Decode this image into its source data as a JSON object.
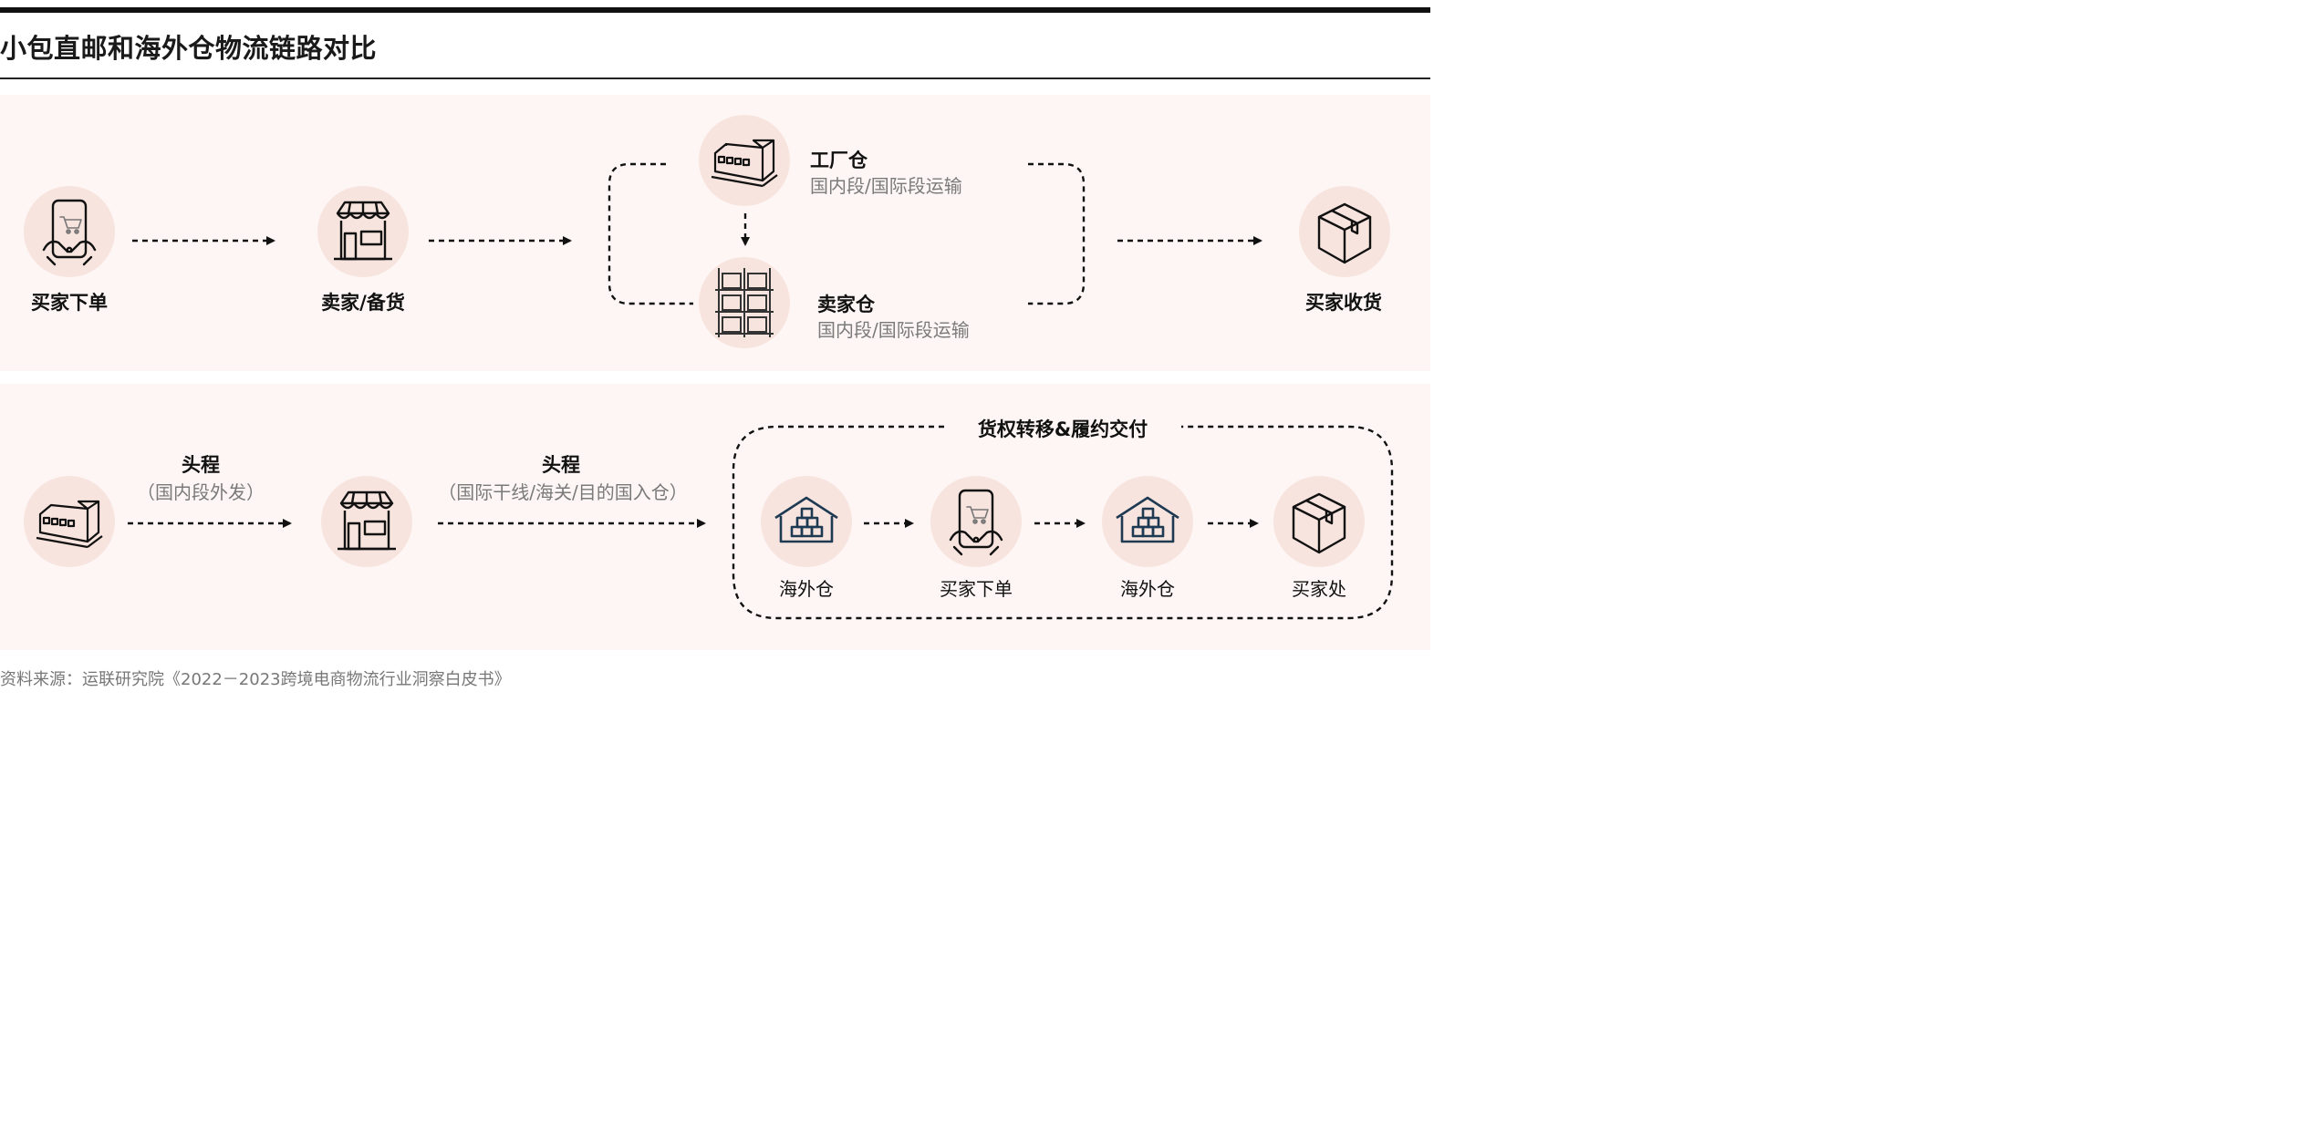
{
  "title": "小包直邮和海外仓物流链路对比",
  "source": "资料来源：运联研究院《2022－2023跨境电商物流行业洞察白皮书》",
  "row1": {
    "buyer_order": "买家下单",
    "seller_stock": "卖家/备货",
    "factory_wh": {
      "name": "工厂仓",
      "desc": "国内段/国际段运输"
    },
    "seller_wh": {
      "name": "卖家仓",
      "desc": "国内段/国际段运输"
    },
    "buyer_receive": "买家收货"
  },
  "row2": {
    "leg1": {
      "name": "头程",
      "desc": "（国内段外发）"
    },
    "leg2": {
      "name": "头程",
      "desc": "（国际干线/海关/目的国入仓）"
    },
    "group_title": "货权转移&履约交付",
    "steps": [
      "海外仓",
      "买家下单",
      "海外仓",
      "买家处"
    ]
  },
  "colors": {
    "circle": "#f8e4de",
    "panel": "#fdf6f4",
    "line": "#111111",
    "muted": "#7a7a7a"
  },
  "icons": [
    "phone-cart-icon",
    "storefront-icon",
    "warehouse-building-icon",
    "shelving-icon",
    "box-icon",
    "house-warehouse-icon"
  ]
}
